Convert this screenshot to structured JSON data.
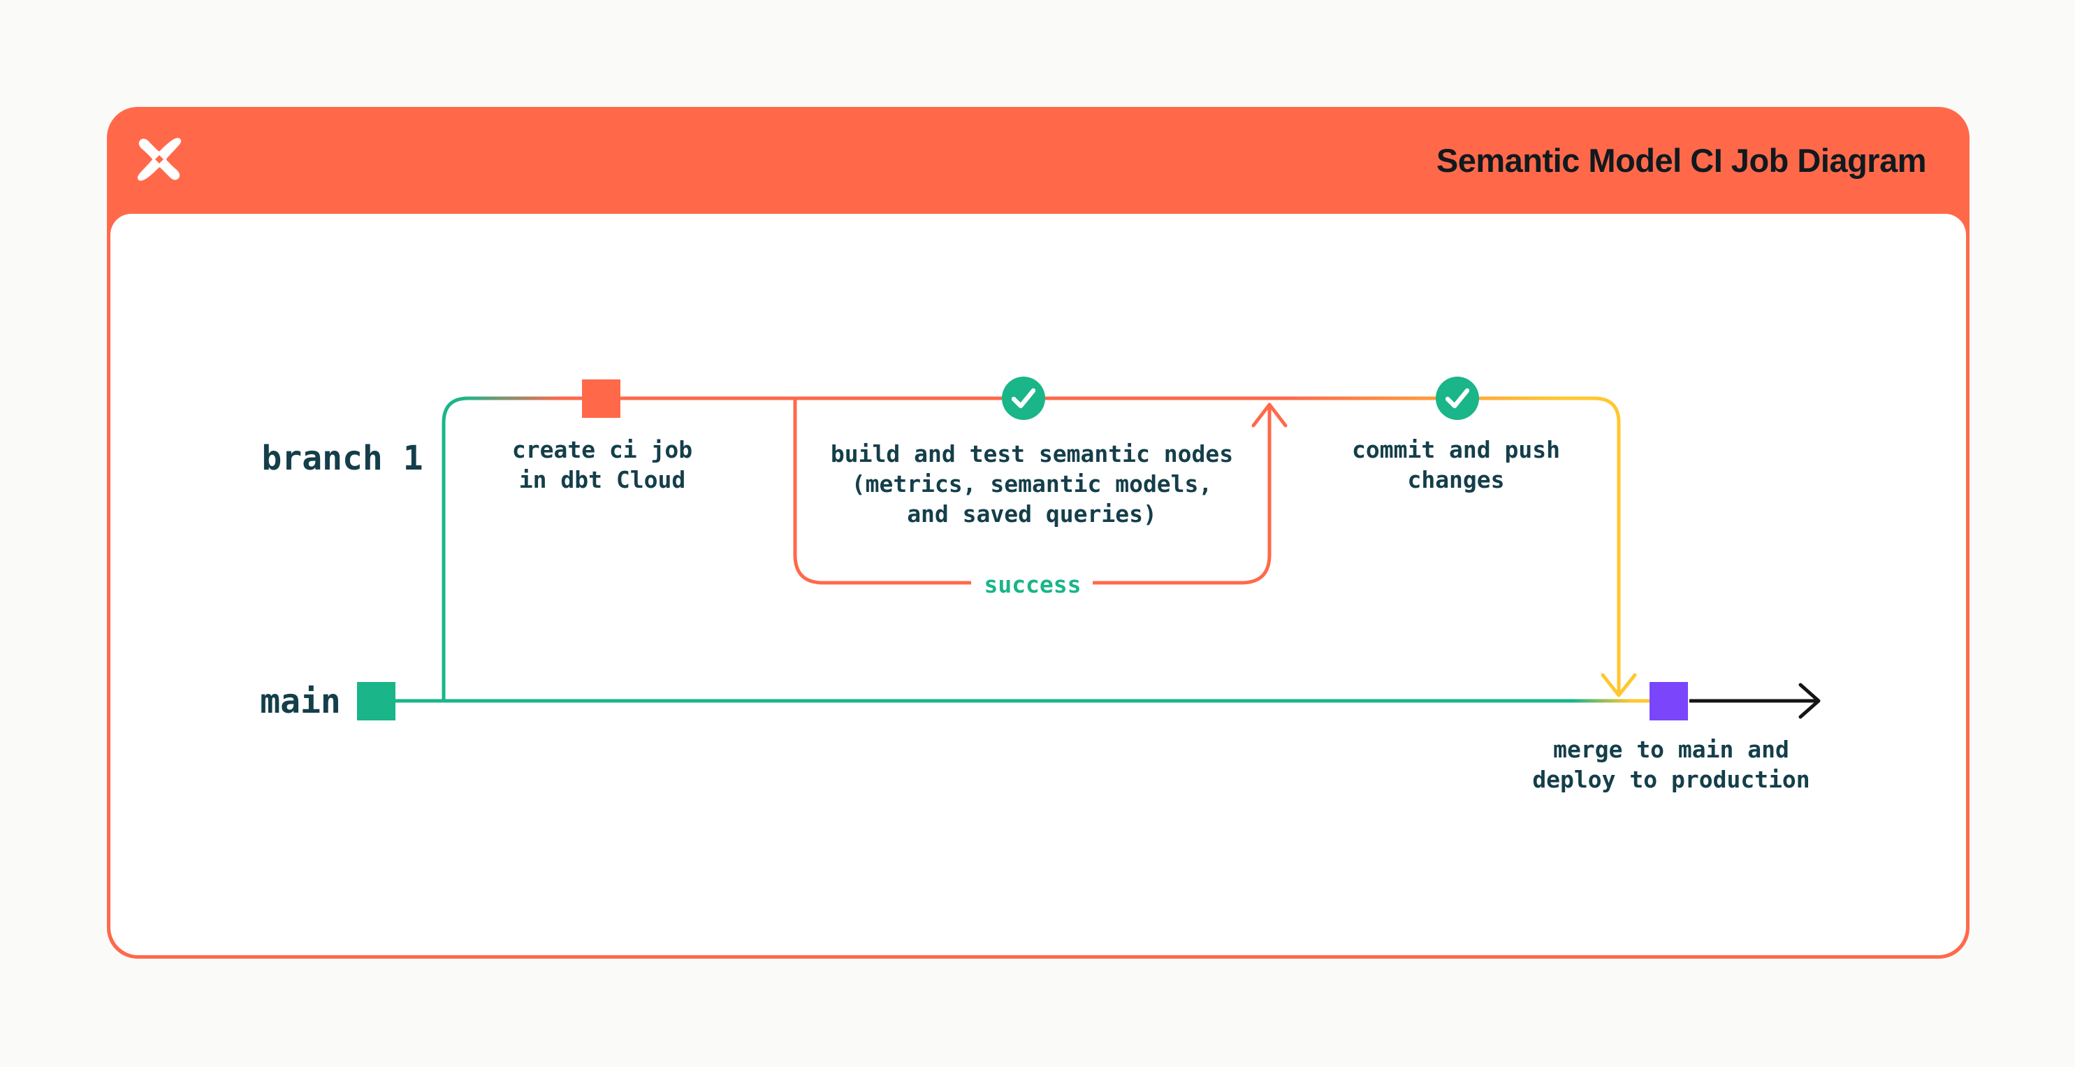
{
  "header": {
    "title": "Semantic Model CI Job Diagram",
    "logo": "dbt-logo"
  },
  "branches": {
    "branch1_label": "branch 1",
    "main_label": "main"
  },
  "steps": {
    "create_ci": {
      "line1": "create ci job",
      "line2": "in dbt Cloud"
    },
    "build_test": {
      "line1": "build and test semantic nodes",
      "line2": "(metrics, semantic models,",
      "line3": "and saved queries)"
    },
    "success_label": "success",
    "commit_push": {
      "line1": "commit and push",
      "line2": "changes"
    },
    "merge_deploy": {
      "line1": "merge to main and",
      "line2": "deploy to production"
    }
  },
  "colors": {
    "orange": "#FF694A",
    "green": "#1AB588",
    "yellow": "#FFC62E",
    "purple": "#7A45FB",
    "dark": "#143E4A",
    "ink": "#10191E",
    "lineblack": "#151515",
    "pagebg": "#FAFAF8",
    "cardbg": "#FFFFFF"
  }
}
